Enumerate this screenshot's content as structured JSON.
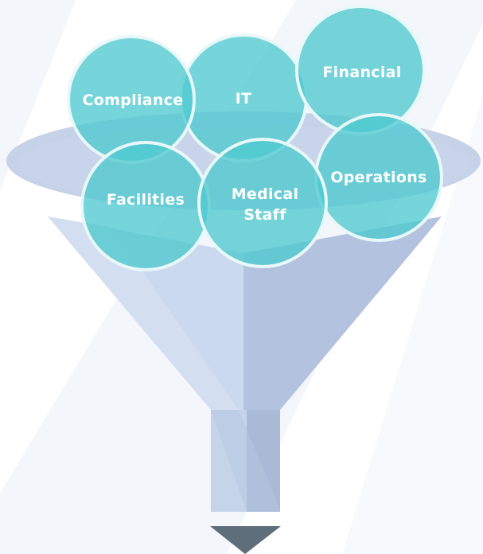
{
  "bubbles": {
    "compliance": "Compliance",
    "it": "IT",
    "financial": "Financial",
    "operations": "Operations",
    "facilities": "Facilities",
    "medical_line1": "Medical",
    "medical_line2": "Staff"
  },
  "colors": {
    "bubble_fill": "#4ec9cf",
    "bubble_stroke": "#e6f7f8",
    "funnel_light": "#cbd8ec",
    "funnel_dark": "#aebedb",
    "funnel_rim": "#c6d3e8",
    "arrow": "#5f6e7b",
    "background_stripe": "#f2f5fa"
  }
}
